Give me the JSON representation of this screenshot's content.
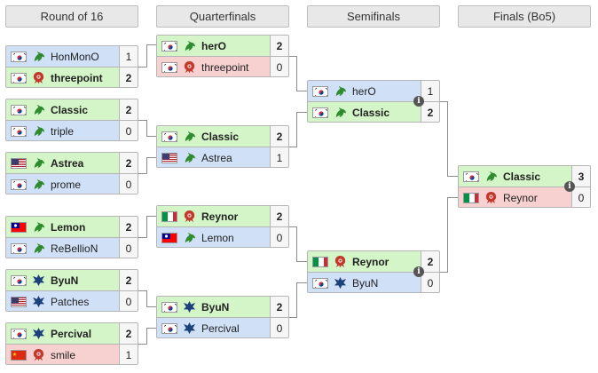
{
  "rounds": [
    "Round of 16",
    "Quarterfinals",
    "Semifinals",
    "Finals (Bo5)"
  ],
  "colors": {
    "winner_bg": "#d3f5c8",
    "zerg_bg": "#f7d0d0",
    "protoss_terran_bg": "#cfe0f7",
    "line": "#8c8c8c"
  },
  "matches": {
    "r16_1": [
      {
        "name": "HonMonO",
        "flag": "kr",
        "race": "protoss",
        "score": "1",
        "winner": false
      },
      {
        "name": "threepoint",
        "flag": "kr",
        "race": "zerg",
        "score": "2",
        "winner": true
      }
    ],
    "r16_2": [
      {
        "name": "Classic",
        "flag": "kr",
        "race": "protoss",
        "score": "2",
        "winner": true
      },
      {
        "name": "triple",
        "flag": "kr",
        "race": "protoss",
        "score": "0",
        "winner": false
      }
    ],
    "r16_3": [
      {
        "name": "Astrea",
        "flag": "us",
        "race": "protoss",
        "score": "2",
        "winner": true
      },
      {
        "name": "prome",
        "flag": "kr",
        "race": "protoss",
        "score": "0",
        "winner": false
      }
    ],
    "r16_4": [
      {
        "name": "Lemon",
        "flag": "tw",
        "race": "protoss",
        "score": "2",
        "winner": true
      },
      {
        "name": "ReBellioN",
        "flag": "kr",
        "race": "protoss",
        "score": "0",
        "winner": false
      }
    ],
    "r16_5": [
      {
        "name": "ByuN",
        "flag": "kr",
        "race": "terran",
        "score": "2",
        "winner": true
      },
      {
        "name": "Patches",
        "flag": "us",
        "race": "terran",
        "score": "0",
        "winner": false
      }
    ],
    "r16_6": [
      {
        "name": "Percival",
        "flag": "kr",
        "race": "terran",
        "score": "2",
        "winner": true
      },
      {
        "name": "smile",
        "flag": "cn",
        "race": "zerg",
        "score": "1",
        "winner": false
      }
    ],
    "qf_1": [
      {
        "name": "herO",
        "flag": "kr",
        "race": "protoss",
        "score": "2",
        "winner": true
      },
      {
        "name": "threepoint",
        "flag": "kr",
        "race": "zerg",
        "score": "0",
        "winner": false
      }
    ],
    "qf_2": [
      {
        "name": "Classic",
        "flag": "kr",
        "race": "protoss",
        "score": "2",
        "winner": true
      },
      {
        "name": "Astrea",
        "flag": "us",
        "race": "protoss",
        "score": "1",
        "winner": false
      }
    ],
    "qf_3": [
      {
        "name": "Reynor",
        "flag": "it",
        "race": "zerg",
        "score": "2",
        "winner": true
      },
      {
        "name": "Lemon",
        "flag": "tw",
        "race": "protoss",
        "score": "0",
        "winner": false
      }
    ],
    "qf_4": [
      {
        "name": "ByuN",
        "flag": "kr",
        "race": "terran",
        "score": "2",
        "winner": true
      },
      {
        "name": "Percival",
        "flag": "kr",
        "race": "terran",
        "score": "0",
        "winner": false
      }
    ],
    "sf_1": [
      {
        "name": "herO",
        "flag": "kr",
        "race": "protoss",
        "score": "1",
        "winner": false
      },
      {
        "name": "Classic",
        "flag": "kr",
        "race": "protoss",
        "score": "2",
        "winner": true
      }
    ],
    "sf_2": [
      {
        "name": "Reynor",
        "flag": "it",
        "race": "zerg",
        "score": "2",
        "winner": true
      },
      {
        "name": "ByuN",
        "flag": "kr",
        "race": "terran",
        "score": "0",
        "winner": false
      }
    ],
    "final": [
      {
        "name": "Classic",
        "flag": "kr",
        "race": "protoss",
        "score": "3",
        "winner": true
      },
      {
        "name": "Reynor",
        "flag": "it",
        "race": "zerg",
        "score": "0",
        "winner": false
      }
    ]
  }
}
